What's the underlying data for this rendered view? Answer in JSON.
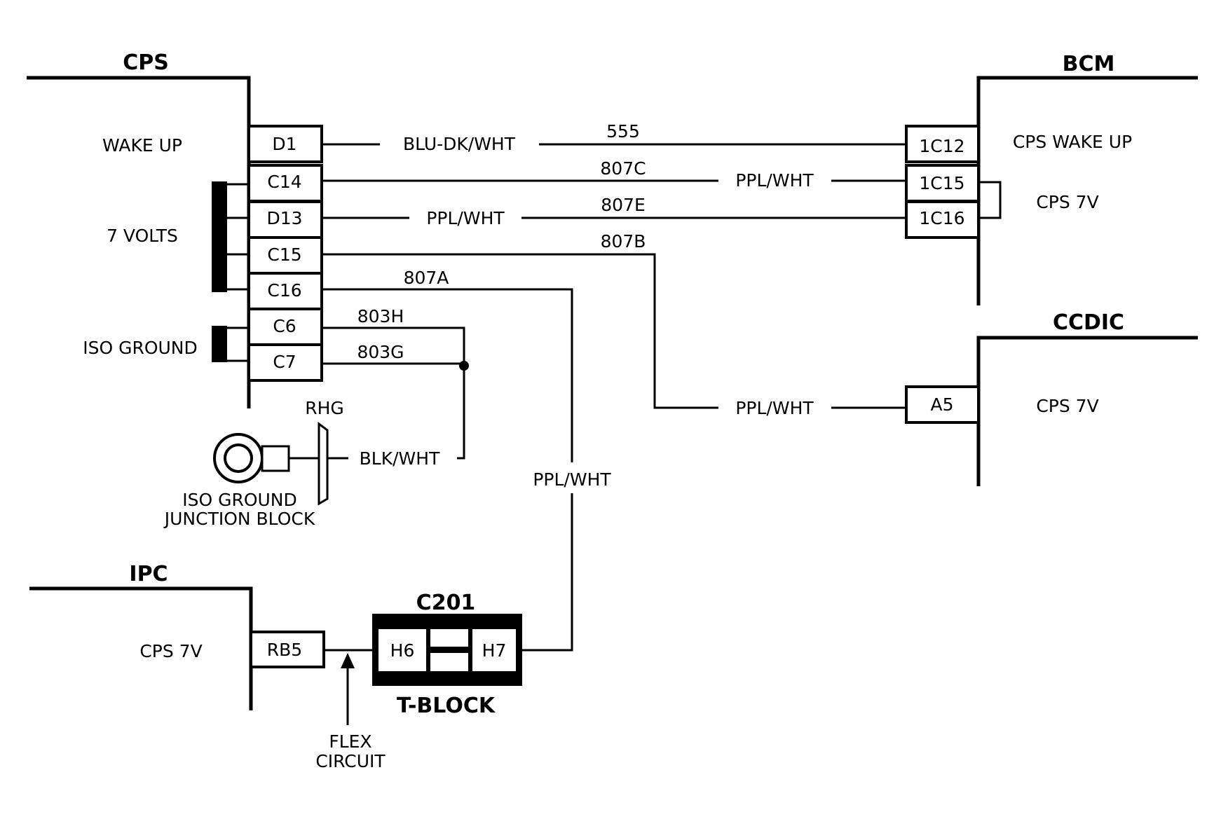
{
  "modules": {
    "cps": {
      "title": "CPS",
      "wake_up": "WAKE UP",
      "seven_volts": "7 VOLTS",
      "iso_ground": "ISO GROUND"
    },
    "bcm": {
      "title": "BCM",
      "cps_wake_up": "CPS WAKE UP",
      "cps_7v": "CPS 7V"
    },
    "ccdic": {
      "title": "CCDIC",
      "cps_7v": "CPS 7V"
    },
    "ipc": {
      "title": "IPC",
      "cps_7v": "CPS 7V"
    }
  },
  "pins": {
    "cps": [
      "D1",
      "C14",
      "D13",
      "C15",
      "C16",
      "C6",
      "C7"
    ],
    "bcm": [
      "1C12",
      "1C15",
      "1C16"
    ],
    "ccdic": [
      "A5"
    ],
    "ipc": [
      "RB5"
    ],
    "tblock": [
      "H6",
      "H7"
    ]
  },
  "circuits": {
    "c555": "555",
    "c807c": "807C",
    "c807e": "807E",
    "c807b": "807B",
    "c807a": "807A",
    "c803h": "803H",
    "c803g": "803G"
  },
  "wires": {
    "d1": "BLU-DK/WHT",
    "c14": "PPL/WHT",
    "d13": "PPL/WHT",
    "c15": "PPL/WHT",
    "c16": "PPL/WHT",
    "ground": "BLK/WHT"
  },
  "connectors": {
    "c201": "C201",
    "tblock": "T-BLOCK",
    "rhg": "RHG",
    "junction_line1": "ISO GROUND",
    "junction_line2": "JUNCTION BLOCK",
    "flex_line1": "FLEX",
    "flex_line2": "CIRCUIT"
  }
}
